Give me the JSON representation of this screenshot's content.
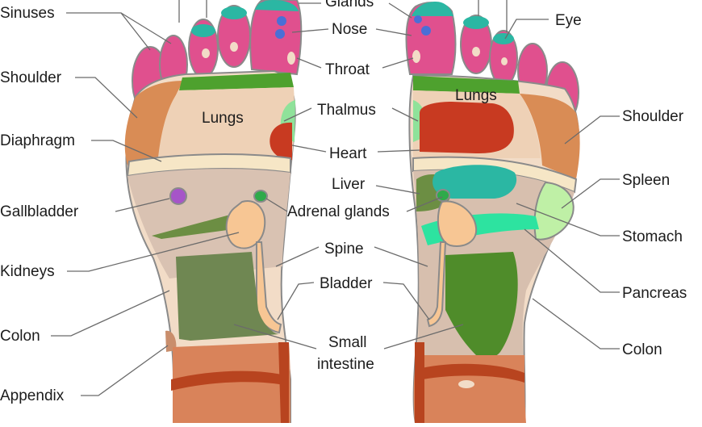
{
  "colors": {
    "skin": "#f2dcc7",
    "toe": "#e0508e",
    "toe_tip": "#2bb7a3",
    "sinus_dot": "#4b6fd6",
    "shoulder": "#d98c55",
    "lungs": "#eed1b6",
    "diaphragm_band": "#f6e6c6",
    "heart": "#c83a21",
    "thalmus": "#8fe29a",
    "adrenal": "#2faa4a",
    "liver": "#6c8e43",
    "spleen": "#bff0a6",
    "stomach_zone": "#d7bfae",
    "pancreas": "#2de3a0",
    "gallbladder_dot": "#a655c8",
    "kidney": "#f7c694",
    "colon": "#d9c2b2",
    "small_intestine": "#6f8752",
    "small_intestine_right": "#4f8c2a",
    "appendix": "#c98e6c",
    "heel": "#d9835a",
    "heel_band": "#b8441f",
    "neck_band": "#4ea12e"
  },
  "labels": {
    "sinuses": "Sinuses",
    "shoulder_left": "Shoulder",
    "diaphragm": "Diaphragm",
    "gallbladder": "Gallbladder",
    "kidneys": "Kidneys",
    "colon_left": "Colon",
    "appendix": "Appendix",
    "glands": "Glands",
    "nose": "Nose",
    "throat": "Throat",
    "thalmus": "Thalmus",
    "heart": "Heart",
    "liver": "Liver",
    "adrenal_glands": "Adrenal glands",
    "spine": "Spine",
    "bladder": "Bladder",
    "small_intestine_1": "Small",
    "small_intestine_2": "intestine",
    "lungs_left": "Lungs",
    "lungs_right": "Lungs",
    "eye": "Eye",
    "shoulder_right": "Shoulder",
    "spleen": "Spleen",
    "stomach": "Stomach",
    "pancreas": "Pancreas",
    "colon_right": "Colon"
  }
}
